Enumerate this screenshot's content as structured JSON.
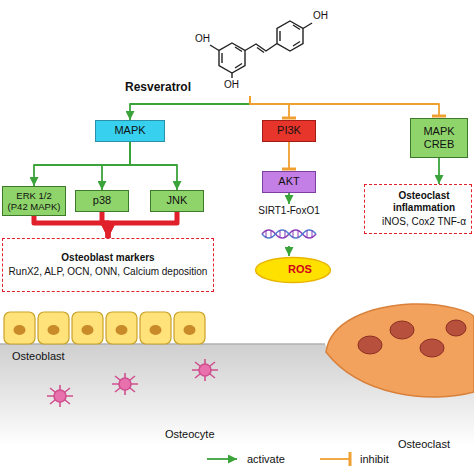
{
  "diagram": {
    "nodes": [
      {
        "text": [
          "Resveratrol"
        ]
      },
      {
        "text": [
          "MAPK"
        ]
      },
      {
        "text": [
          "ERK 1/2 (P42 MAPK)"
        ]
      },
      {
        "text": [
          "p38"
        ]
      },
      {
        "text": [
          "JNK"
        ]
      },
      {
        "text": [
          "Osteoblast markers",
          "RunX2, ALP, OCN, ONN, Calcium deposition"
        ]
      },
      {
        "text": [
          "PI3K"
        ]
      },
      {
        "text": [
          "AKT"
        ]
      },
      {
        "text": [
          "SIRT1-FoxO1"
        ]
      },
      {
        "text": [
          "ROS"
        ]
      },
      {
        "text": [
          "MAPK CREB"
        ]
      },
      {
        "text": [
          "Osteoclast inflammation",
          "iNOS, Cox2 TNF-α"
        ]
      }
    ],
    "edges": [
      {
        "from": 0,
        "to": 1,
        "arrow": "to"
      },
      {
        "from": 0,
        "to": 6,
        "arrow": "to"
      },
      {
        "from": 0,
        "to": 10,
        "arrow": "to"
      },
      {
        "from": 1,
        "to": 2,
        "arrow": "to"
      },
      {
        "from": 1,
        "to": 3,
        "arrow": "to"
      },
      {
        "from": 1,
        "to": 4,
        "arrow": "to"
      },
      {
        "from": 2,
        "to": 5,
        "arrow": "to"
      },
      {
        "from": 3,
        "to": 5,
        "arrow": "to"
      },
      {
        "from": 4,
        "to": 5,
        "arrow": "to"
      },
      {
        "from": 6,
        "to": 7,
        "arrow": "to"
      },
      {
        "from": 7,
        "to": 8,
        "arrow": "to"
      },
      {
        "from": 8,
        "to": 9,
        "arrow": "to"
      },
      {
        "from": 10,
        "to": 11,
        "arrow": "to"
      }
    ],
    "labels": [
      "OH",
      "OH",
      "OH",
      "Osteoblast",
      "Osteocyte",
      "Osteoclast"
    ],
    "legend": [
      {
        "text": "activate"
      },
      {
        "text": "inhibit"
      }
    ]
  }
}
